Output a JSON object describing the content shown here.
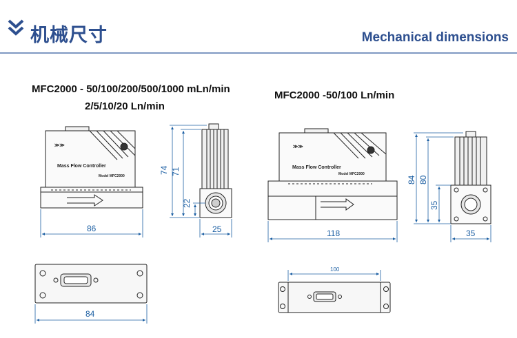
{
  "header": {
    "title_cn": "机械尺寸",
    "title_en": "Mechanical dimensions",
    "accent_color": "#2d4f8f",
    "icon": "double-chevron-down-icon"
  },
  "left": {
    "model_line1": "MFC2000 - 50/100/200/500/1000 mLn/min",
    "model_line2": "2/5/10/20 Ln/min",
    "product_text": "Mass Flow Controller",
    "model_plate": "Model MFC2000",
    "dims": {
      "width": "86",
      "height_total": "74",
      "height_body": "71",
      "height_port": "22",
      "depth": "25",
      "bottom_width": "84"
    }
  },
  "right": {
    "model_line1": "MFC2000 -50/100 Ln/min",
    "product_text": "Mass Flow Controller",
    "model_plate": "Model MFC2000",
    "dims": {
      "width": "118",
      "height_total": "84",
      "height_body": "80",
      "height_port": "35",
      "depth": "35",
      "bottom_width": "100"
    }
  },
  "dimension_color": "#1c5fa3"
}
